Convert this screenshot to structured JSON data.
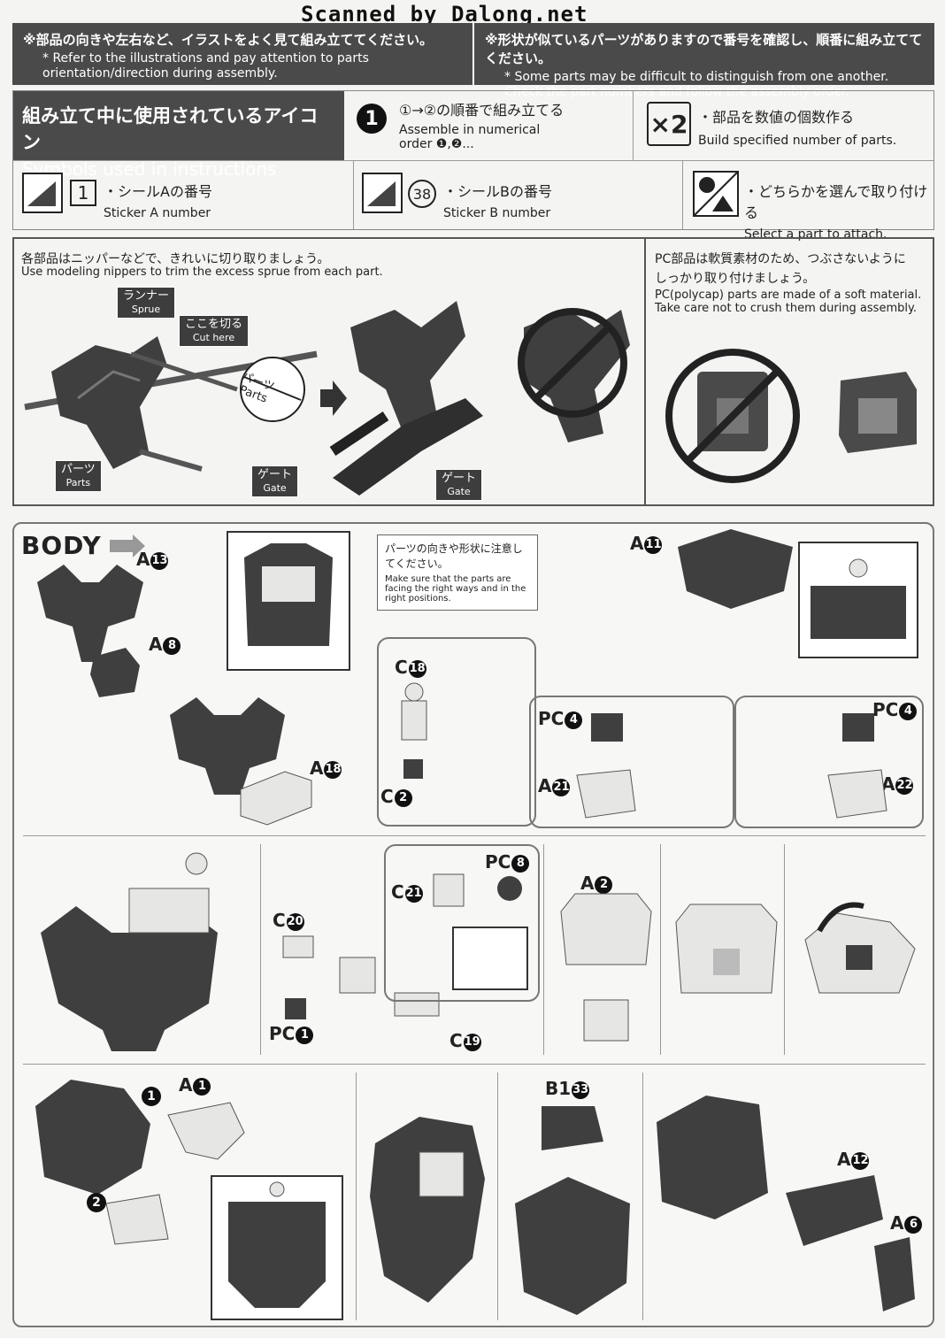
{
  "watermark": "Scanned by Dalong.net",
  "notices": {
    "left_jp": "※部品の向きや左右など、イラストをよく見て組み立ててください。",
    "left_en": "* Refer to the illustrations and pay attention to parts orientation/direction during assembly.",
    "right_jp": "※形状が似ているパーツがありますので番号を確認し、順番に組み立ててください。",
    "right_en": "* Some parts may be difficult to distinguish from one another. Check the part numbers and follow the assembly order."
  },
  "symbols": {
    "title_jp": "組み立て中に使用されているアイコン",
    "title_en": "Symbols used in instructions",
    "order_icon": "1",
    "order_jp": "①→②の順番で組み立てる",
    "order_en": "Assemble in numerical order ❶,❷...",
    "multiply_icon": "×2",
    "multiply_jp": "・部品を数値の個数作る",
    "multiply_en": "Build specified number of parts.",
    "sticker_a_icon": "1",
    "sticker_a_jp": "・シールAの番号",
    "sticker_a_en": "Sticker A number",
    "sticker_b_icon": "38",
    "sticker_b_jp": "・シールBの番号",
    "sticker_b_en": "Sticker B number",
    "select_jp": "・どちらかを選んで取り付ける",
    "select_en": "Select a part to attach."
  },
  "prep": {
    "nippers_jp": "各部品はニッパーなどで、きれいに切り取りましょう。",
    "nippers_en": "Use modeling nippers to trim the excess sprue from each part.",
    "pc_jp_1": "PC部品は軟質素材のため、つぶさないように",
    "pc_jp_2": "しっかり取り付けましょう。",
    "pc_en": "PC(polycap) parts are made of a soft material. Take care not to crush them during assembly.",
    "tags": {
      "sprue_jp": "ランナー",
      "sprue_en": "Sprue",
      "cut_jp": "ここを切る",
      "cut_en": "Cut here",
      "parts_jp": "パーツ",
      "parts_en": "Parts",
      "gate_jp": "ゲート",
      "gate_en": "Gate",
      "gate2_jp": "ゲート",
      "gate2_en": "Gate",
      "callout_jp": "パーツ",
      "callout_en": "Parts"
    }
  },
  "body": {
    "title": "BODY",
    "note_jp": "パーツの向きや形状に注意してください。",
    "note_en": "Make sure that the parts are facing the right ways and in the right positions.",
    "labels": {
      "a13": {
        "l": "A",
        "n": "13"
      },
      "a8": {
        "l": "A",
        "n": "8"
      },
      "a18": {
        "l": "A",
        "n": "18"
      },
      "a11": {
        "l": "A",
        "n": "11"
      },
      "c18": {
        "l": "C",
        "n": "18"
      },
      "c2": {
        "l": "C",
        "n": "2"
      },
      "pc4a": {
        "l": "PC",
        "n": "4"
      },
      "a21": {
        "l": "A",
        "n": "21"
      },
      "pc4b": {
        "l": "PC",
        "n": "4"
      },
      "a22": {
        "l": "A",
        "n": "22"
      },
      "c20": {
        "l": "C",
        "n": "20"
      },
      "pc1": {
        "l": "PC",
        "n": "1"
      },
      "c19": {
        "l": "C",
        "n": "19"
      },
      "c21": {
        "l": "C",
        "n": "21"
      },
      "pc8": {
        "l": "PC",
        "n": "8"
      },
      "a2": {
        "l": "A",
        "n": "2"
      },
      "a1": {
        "l": "A",
        "n": "1"
      },
      "b1_33": {
        "l": "B1",
        "n": "33"
      },
      "a12": {
        "l": "A",
        "n": "12"
      },
      "a6": {
        "l": "A",
        "n": "6"
      }
    },
    "step1": "1",
    "step2": "2"
  },
  "colors": {
    "dark_part": "#3f3f3f",
    "light_part": "#e6e6e4",
    "header_bg": "#4a4a4a"
  }
}
